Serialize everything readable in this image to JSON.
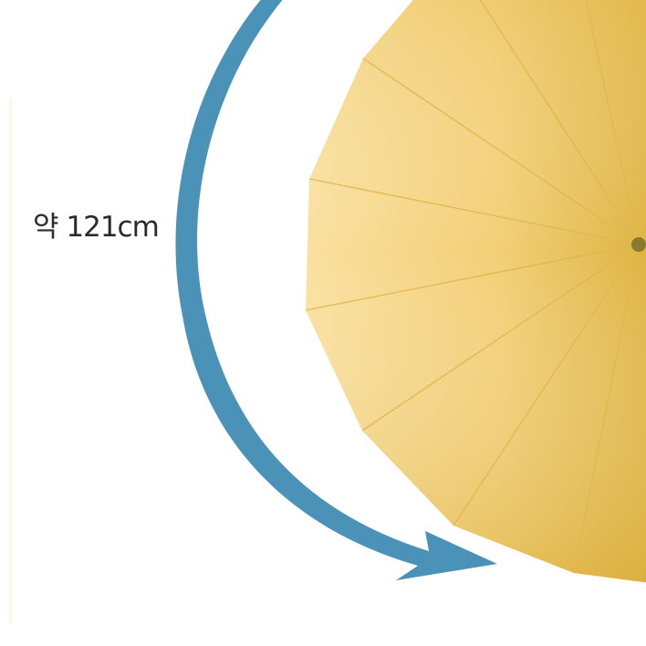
{
  "label": {
    "circumference_text": "약 121cm"
  },
  "colors": {
    "arrow": "#4a92b7",
    "canopy_light": "#f8d78e",
    "canopy_dark": "#deb23f",
    "rib_line": "#e7bf55",
    "hub": "#8a7a2e",
    "background": "#ffffff"
  },
  "illustration": {
    "object": "umbrella-canopy",
    "arrow": "curved-measurement-arrow"
  }
}
